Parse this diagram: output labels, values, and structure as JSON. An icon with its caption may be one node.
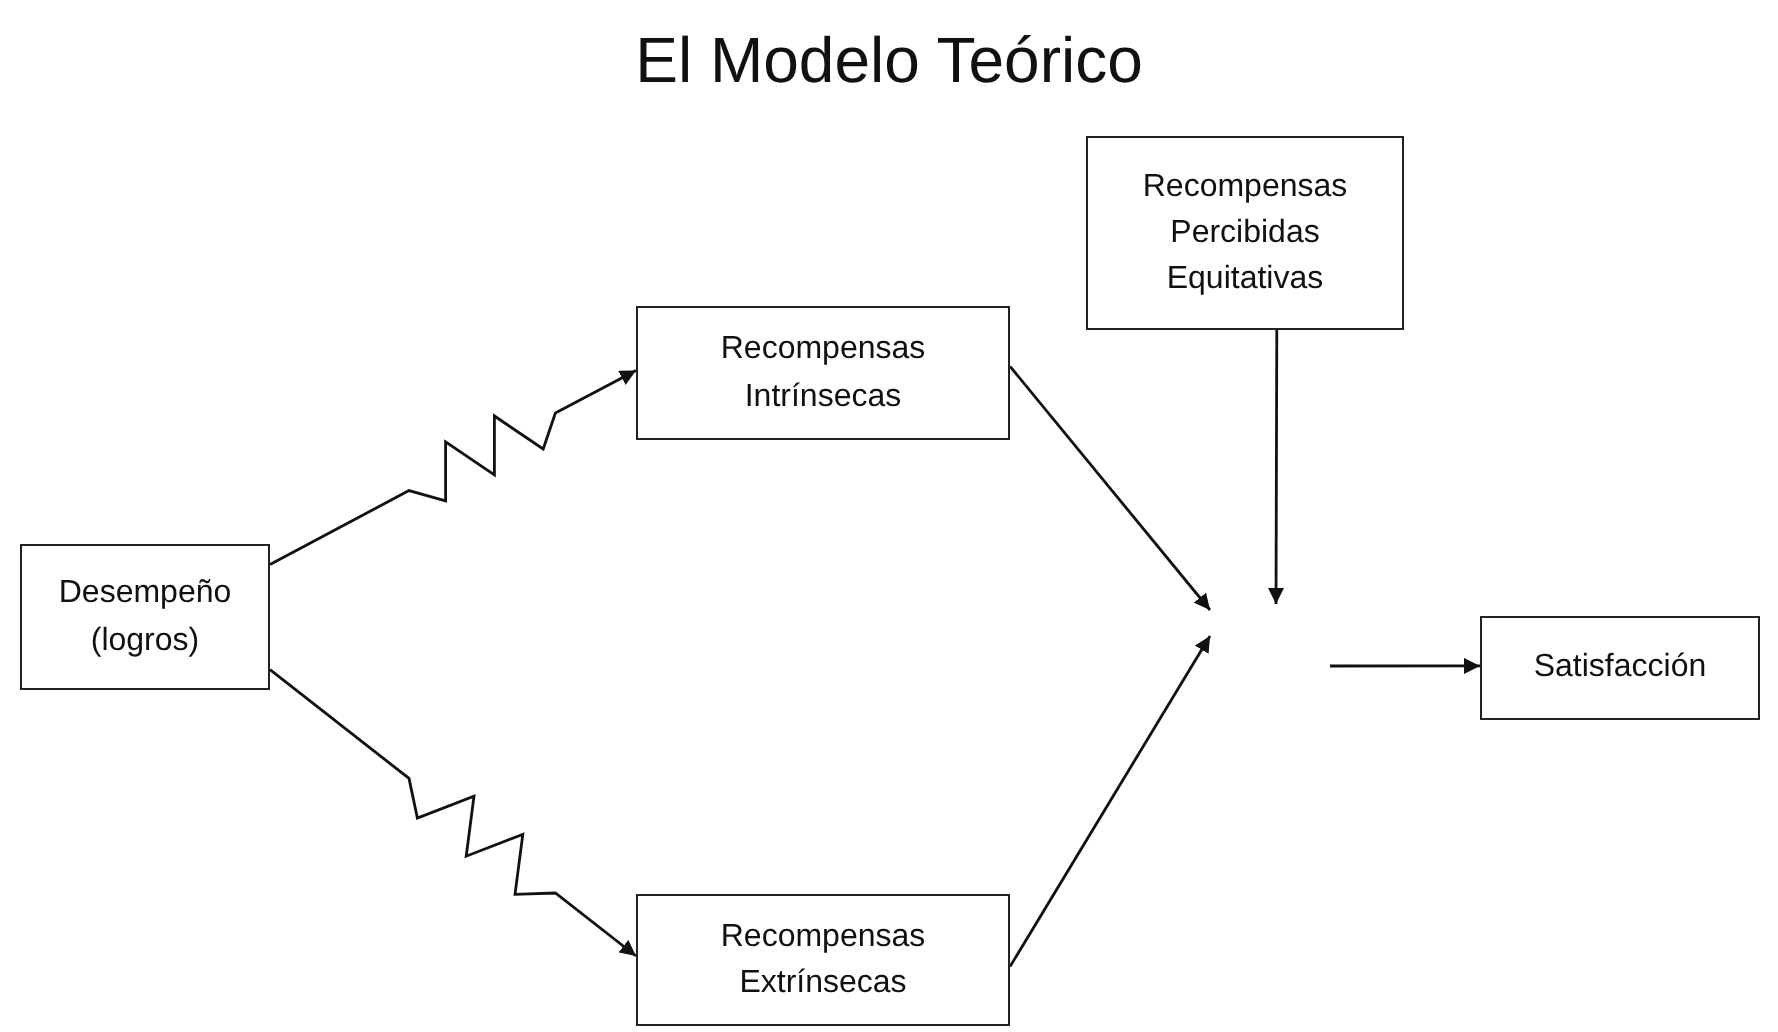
{
  "diagram": {
    "title": "El Modelo Teórico",
    "nodes": [
      {
        "text": [
          "Desempeño (logros)"
        ]
      },
      {
        "text": [
          "Recompensas Intrínsecas"
        ]
      },
      {
        "text": [
          "Recompensas Percibidas Equitativas"
        ]
      },
      {
        "text": [
          "Recompensas Extrínsecas"
        ]
      },
      {
        "text": [
          "Satisfacción"
        ]
      }
    ],
    "edges": [
      {
        "from": 0,
        "to": 1,
        "arrow": "to"
      },
      {
        "from": 0,
        "to": 3,
        "arrow": "to"
      },
      {
        "from": 1,
        "to": null,
        "arrow": "to"
      },
      {
        "from": 3,
        "to": null,
        "arrow": "to"
      },
      {
        "from": 2,
        "to": null,
        "arrow": "to"
      },
      {
        "from": null,
        "to": 4,
        "arrow": "to"
      }
    ]
  }
}
